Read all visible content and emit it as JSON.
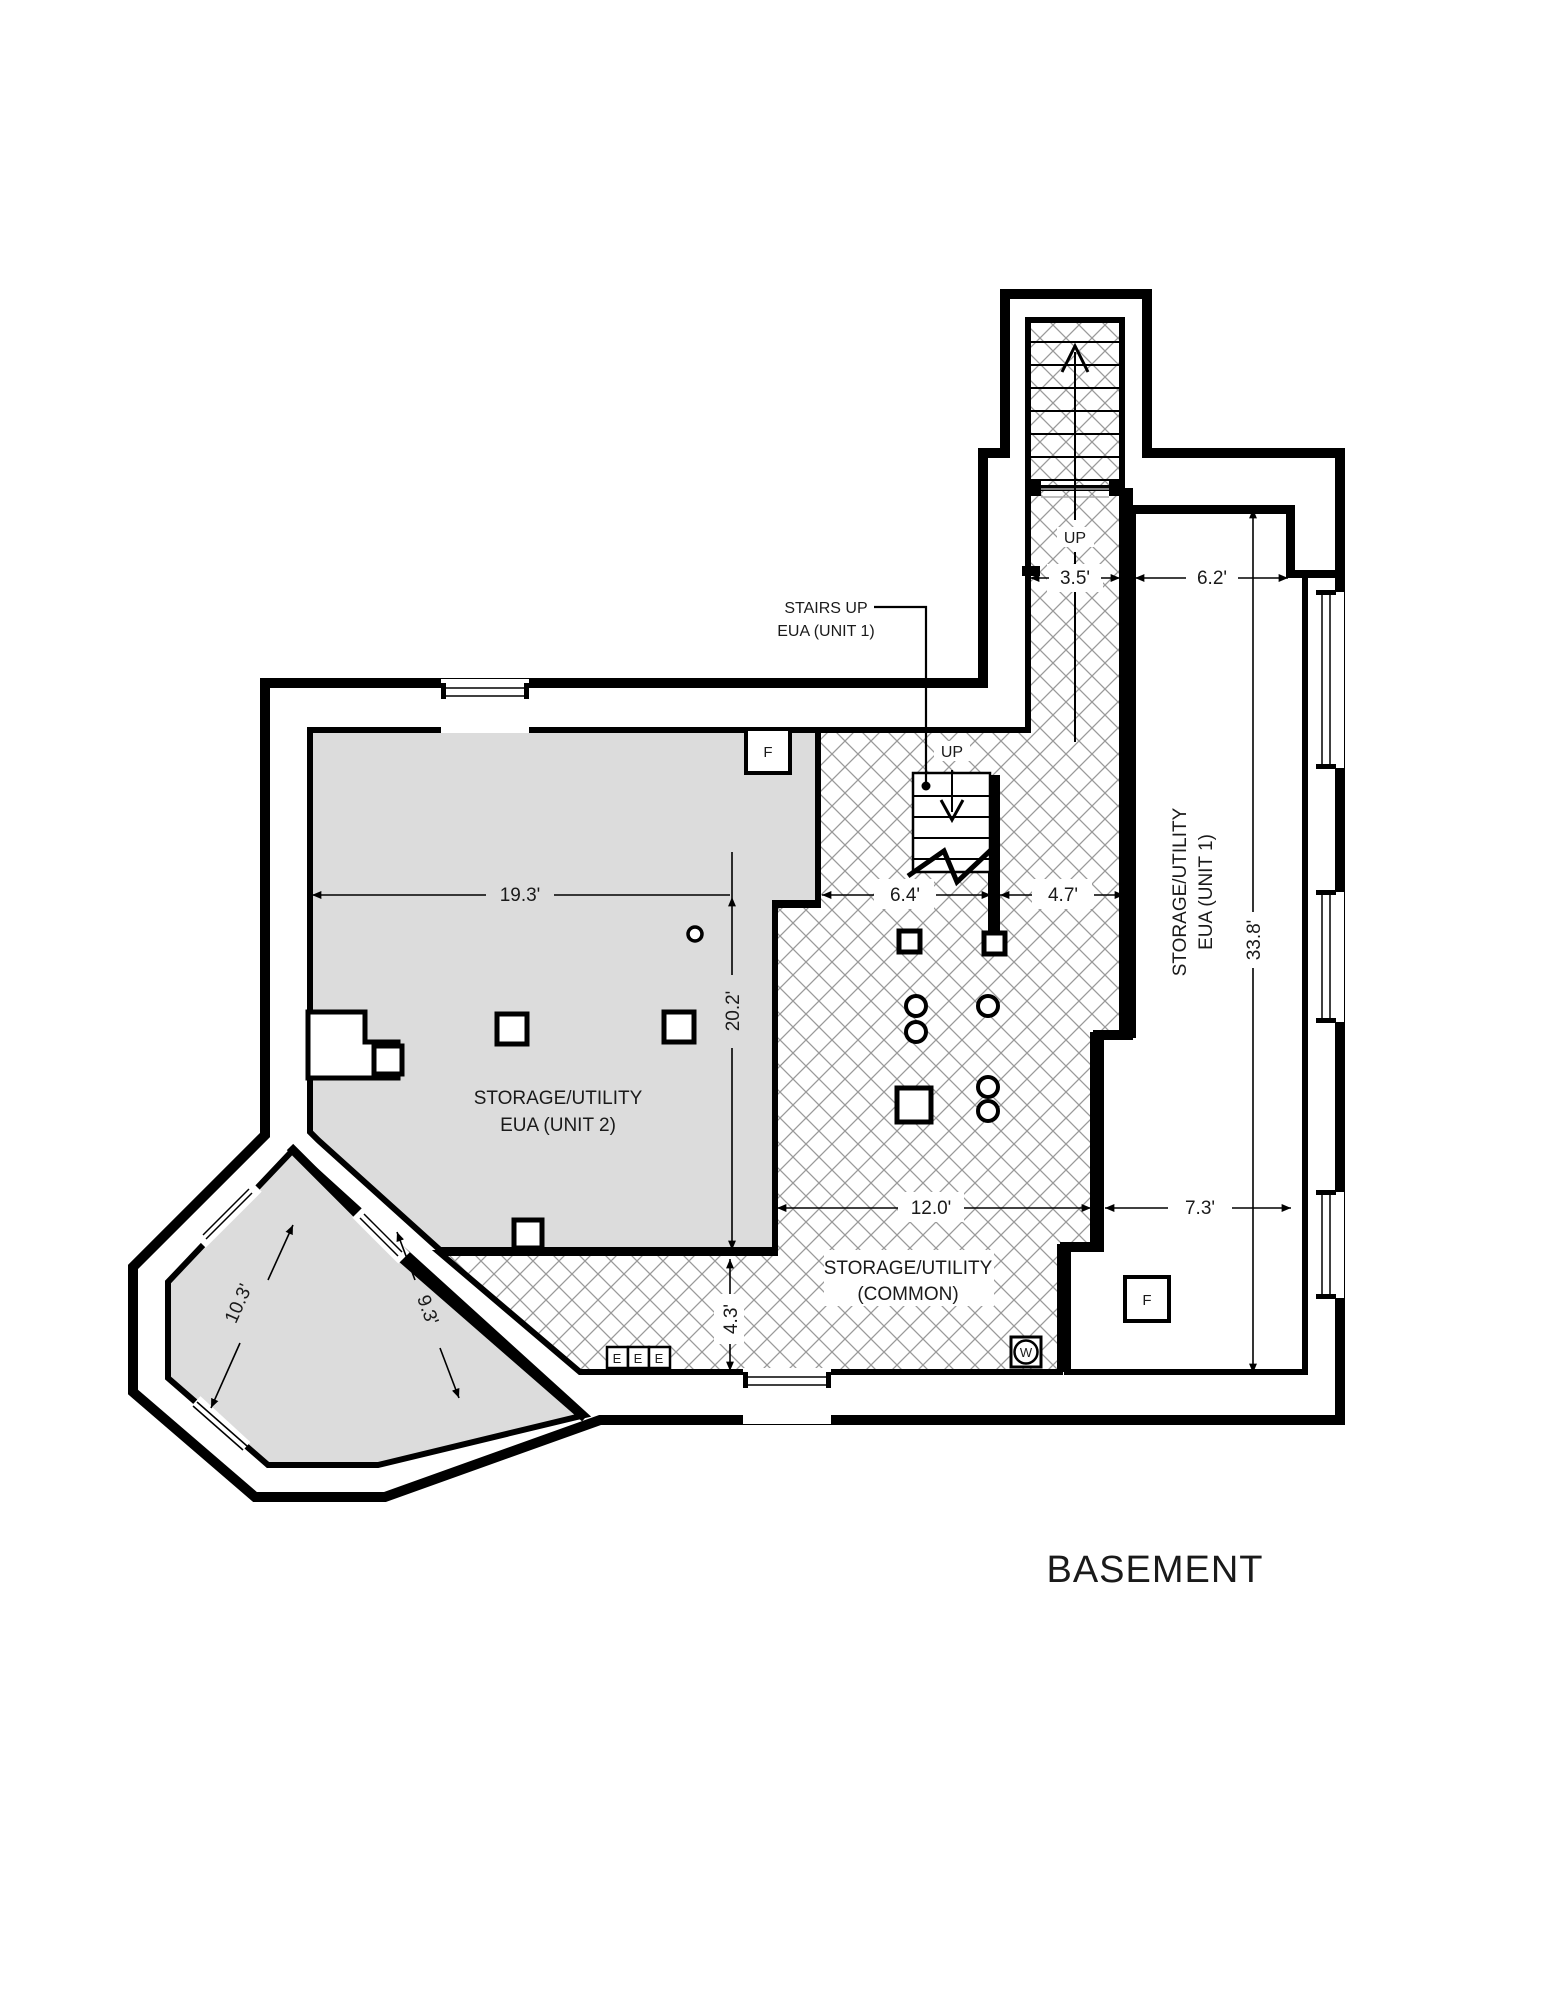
{
  "plan_title": "BASEMENT",
  "rooms": {
    "unit2": {
      "label_line1": "STORAGE/UTILITY",
      "label_line2": "EUA (UNIT 2)"
    },
    "common": {
      "label_line1": "STORAGE/UTILITY",
      "label_line2": "(COMMON)"
    },
    "unit1": {
      "label_line1": "STORAGE/UTILITY",
      "label_line2": "EUA (UNIT 1)"
    }
  },
  "stairs": {
    "annotation_line1": "STAIRS UP",
    "annotation_line2": "EUA (UNIT 1)",
    "upper_flight_label": "UP",
    "lower_flight_label": "UP"
  },
  "dimensions": {
    "corridor_width": "3.5'",
    "vestibule_width": "6.2'",
    "unit2_width": "19.3'",
    "stair_bay_width": "6.4'",
    "stair_east_width": "4.7'",
    "unit2_depth": "20.2'",
    "unit1_depth": "33.8'",
    "common_width": "12.0'",
    "unit1_width": "7.3'",
    "common_depth": "4.3'",
    "bay_width": "10.3'",
    "bay_depth": "9.3'"
  },
  "fixtures": {
    "furnace_unit2": "F",
    "furnace_unit1": "F",
    "water_heater": "W",
    "electrical_panels": [
      "E",
      "E",
      "E"
    ]
  },
  "colors": {
    "eua_shading": "#dcdcdc",
    "walls": "#000000",
    "hatch_lines": "#9a9a9a"
  }
}
